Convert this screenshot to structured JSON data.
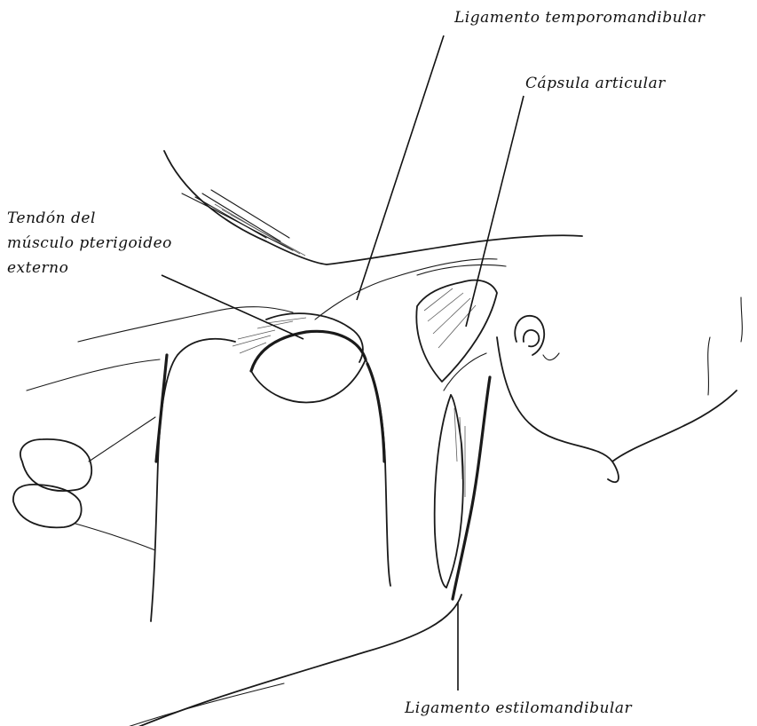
{
  "labels": {
    "temporomandibular": "Ligamento temporomandibular",
    "capsula": "Cápsula articular",
    "tendon_line1": "Tendón del",
    "tendon_line2": "músculo pterigoideo",
    "tendon_line3": "externo",
    "estilomandibular": "Ligamento estilomandibular"
  },
  "colors": {
    "ink": "#1a1a1a",
    "background": "#ffffff"
  }
}
